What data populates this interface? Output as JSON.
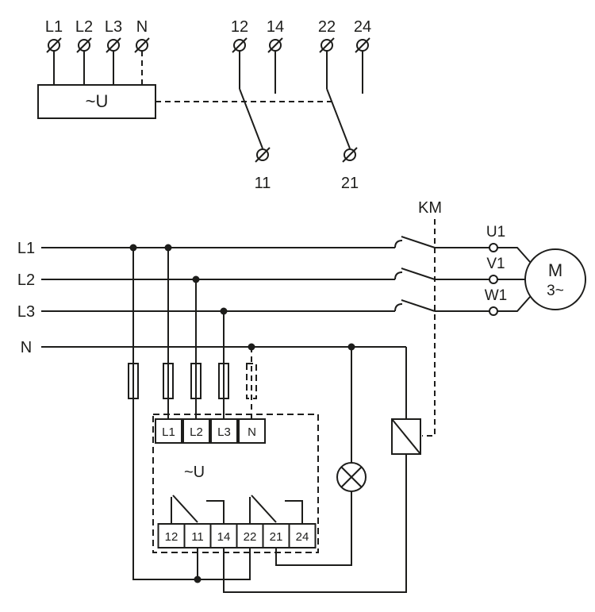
{
  "meta": {
    "line_color": "#1d1d1b",
    "bg_color": "#ffffff",
    "description": "Wiring diagram of a three-phase voltage monitoring relay controlling contactor KM, signal lamp and motor"
  },
  "top_schematic": {
    "supply_terminals": [
      "L1",
      "L2",
      "L3",
      "N"
    ],
    "device_label": "~U",
    "upper_contact_terminals": [
      "12",
      "14",
      "22",
      "24"
    ],
    "lower_contact_terminals": [
      "11",
      "21"
    ]
  },
  "main_circuit": {
    "power_lines": [
      "L1",
      "L2",
      "L3",
      "N"
    ],
    "relay": {
      "input_terminals": [
        "L1",
        "L2",
        "L3",
        "N"
      ],
      "device_label": "~U",
      "output_terminals": [
        "12",
        "11",
        "14",
        "22",
        "21",
        "24"
      ]
    },
    "contactor_label": "KM",
    "motor_terminals": [
      "U1",
      "V1",
      "W1"
    ],
    "motor": {
      "letter": "M",
      "phases": "3~"
    }
  }
}
